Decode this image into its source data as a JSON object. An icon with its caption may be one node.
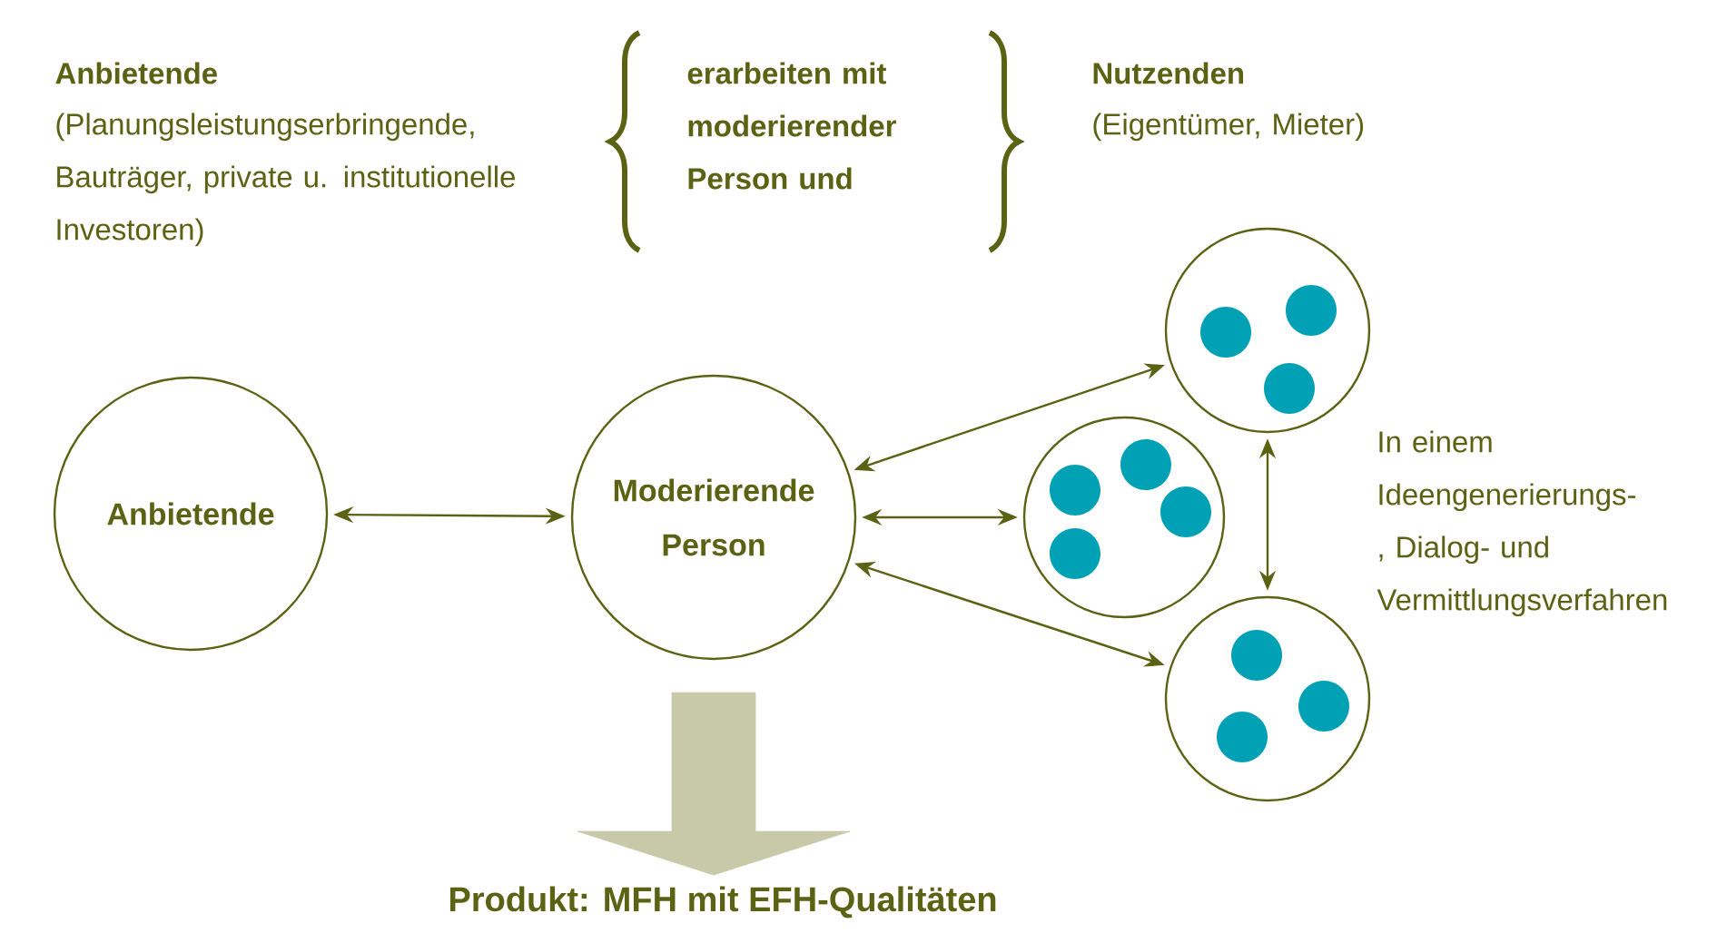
{
  "diagram": {
    "nodes": [
      {
        "text": [
          "Anbietende"
        ]
      },
      {
        "text": [
          "Moderierende Person"
        ]
      },
      {
        "text": [],
        "shape": "circle"
      },
      {
        "text": [],
        "shape": "circle"
      },
      {
        "text": [],
        "shape": "circle"
      },
      {
        "text": [
          "Produkt: MFH mit EFH-Qualitäten"
        ]
      }
    ],
    "edges": [
      {
        "from": 1,
        "to": 0,
        "arrow": "both"
      },
      {
        "from": 1,
        "to": 2,
        "arrow": "both"
      },
      {
        "from": 1,
        "to": 3,
        "arrow": "both"
      },
      {
        "from": 1,
        "to": 4,
        "arrow": "both"
      },
      {
        "from": 2,
        "to": 4,
        "arrow": "both"
      },
      {
        "from": 1,
        "to": 5,
        "arrow": "to",
        "style": "thick",
        "color": "#c8c9a9"
      }
    ],
    "labels": [
      "Anbietende",
      "(Planungsleistungserbringende, Bauträger, private u. institutionelle Investoren)",
      "erarbeiten mit moderierender Person und",
      "Nutzenden",
      "(Eigentümer, Mieter)",
      "In einem Ideengenerierungs-, Dialog- und Vermittlungsverfahren"
    ]
  }
}
